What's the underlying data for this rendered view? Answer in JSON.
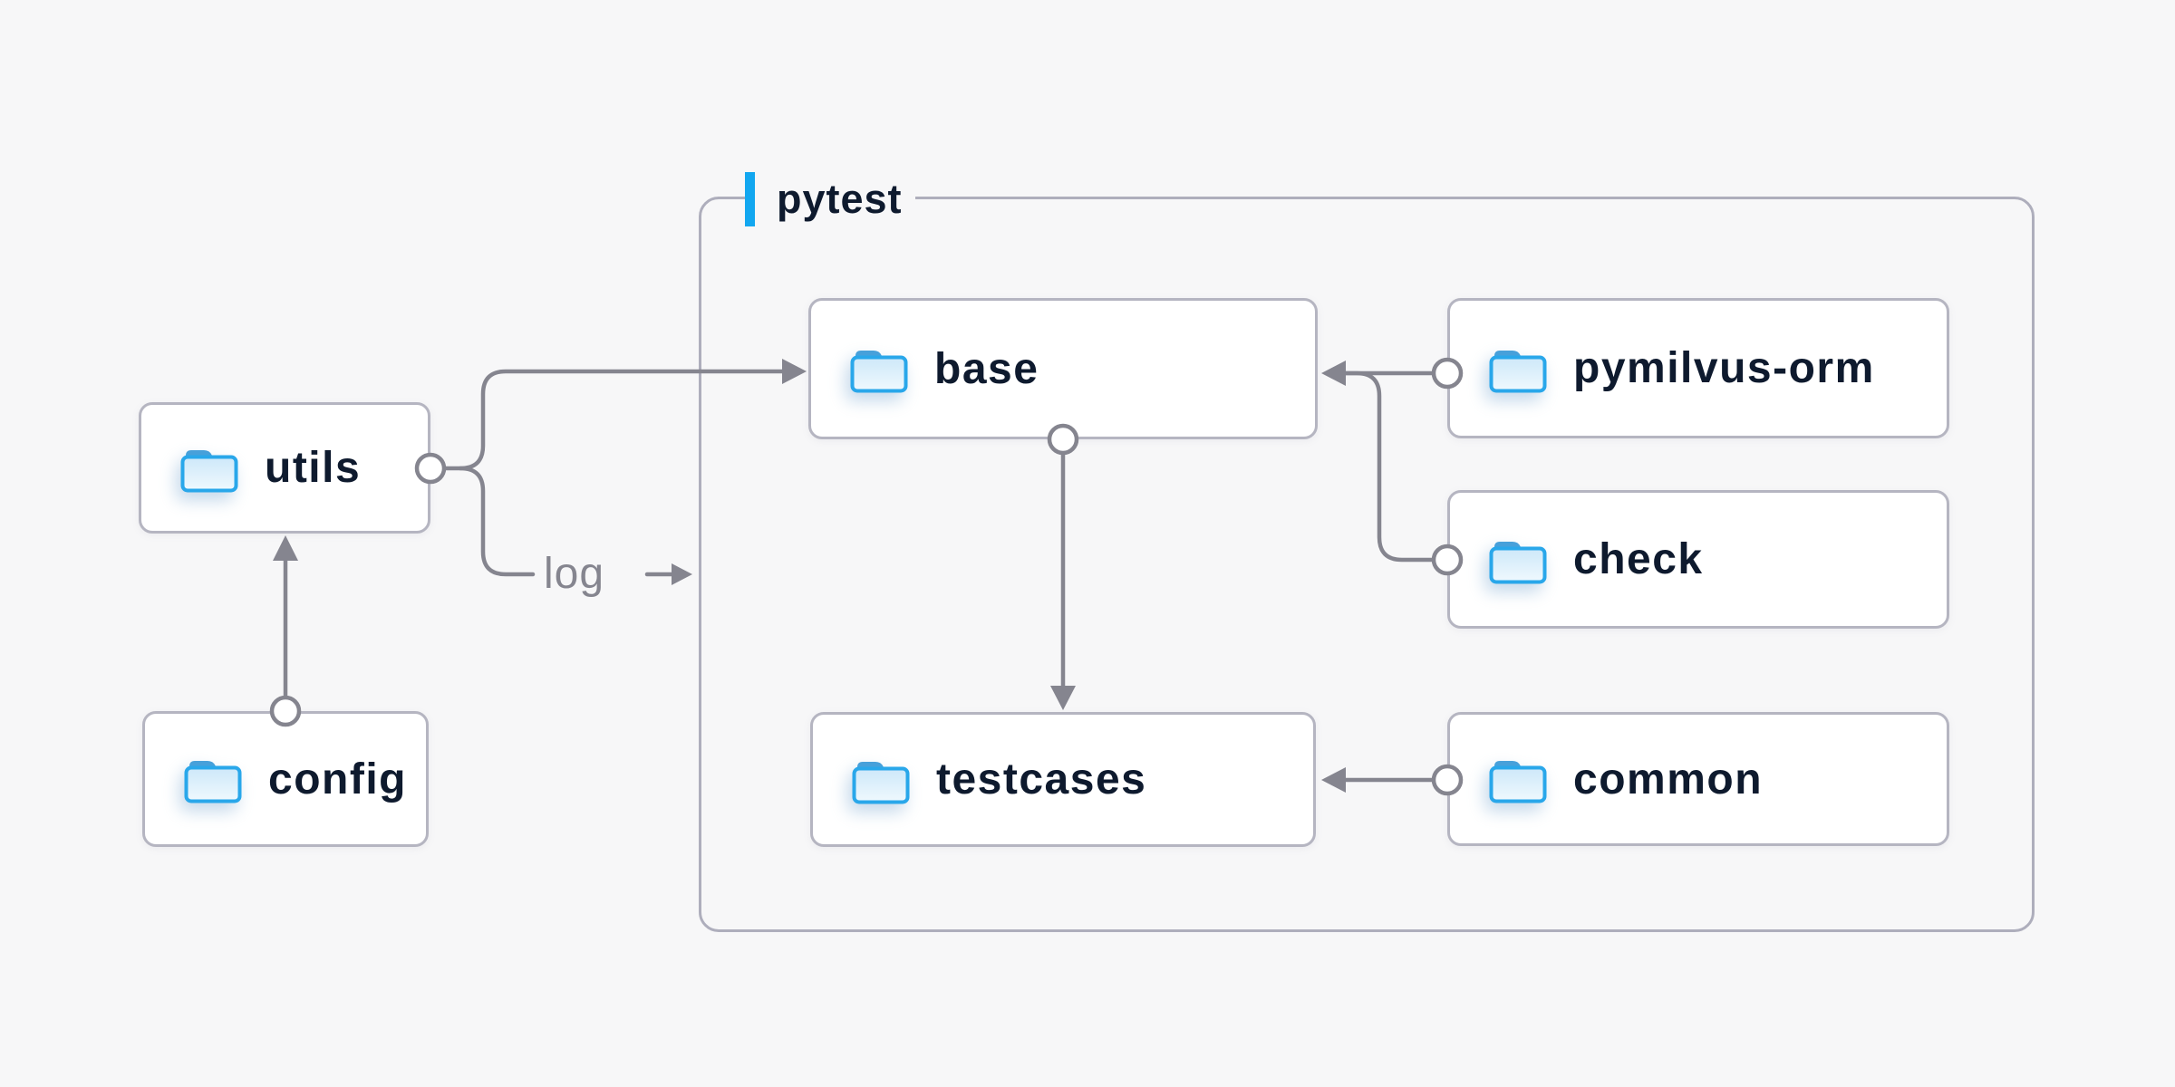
{
  "diagram": {
    "container_label": "pytest",
    "edge_label_log": "log",
    "nodes": {
      "utils": {
        "label": "utils",
        "icon": "folder-icon"
      },
      "config": {
        "label": "config",
        "icon": "folder-icon"
      },
      "base": {
        "label": "base",
        "icon": "folder-icon"
      },
      "pymilvus_orm": {
        "label": "pymilvus-orm",
        "icon": "folder-icon"
      },
      "check": {
        "label": "check",
        "icon": "folder-icon"
      },
      "testcases": {
        "label": "testcases",
        "icon": "folder-icon"
      },
      "common": {
        "label": "common",
        "icon": "folder-icon"
      }
    },
    "edges": [
      {
        "from": "config",
        "to": "utils"
      },
      {
        "from": "utils",
        "to": "base"
      },
      {
        "from": "utils",
        "to": "pytest-group",
        "label": "log"
      },
      {
        "from": "pymilvus-orm",
        "to": "base"
      },
      {
        "from": "check",
        "to": "base"
      },
      {
        "from": "base",
        "to": "testcases"
      },
      {
        "from": "common",
        "to": "testcases"
      }
    ],
    "colors": {
      "background": "#f7f7f8",
      "node_background": "#ffffff",
      "node_border": "#b5b5c1",
      "container_border": "#aeaebc",
      "connector": "#85858f",
      "label_text": "#0e1a2e",
      "edge_label_text": "#85858f",
      "accent_blue": "#12a7f0",
      "folder_blue": "#29a7ea"
    }
  }
}
